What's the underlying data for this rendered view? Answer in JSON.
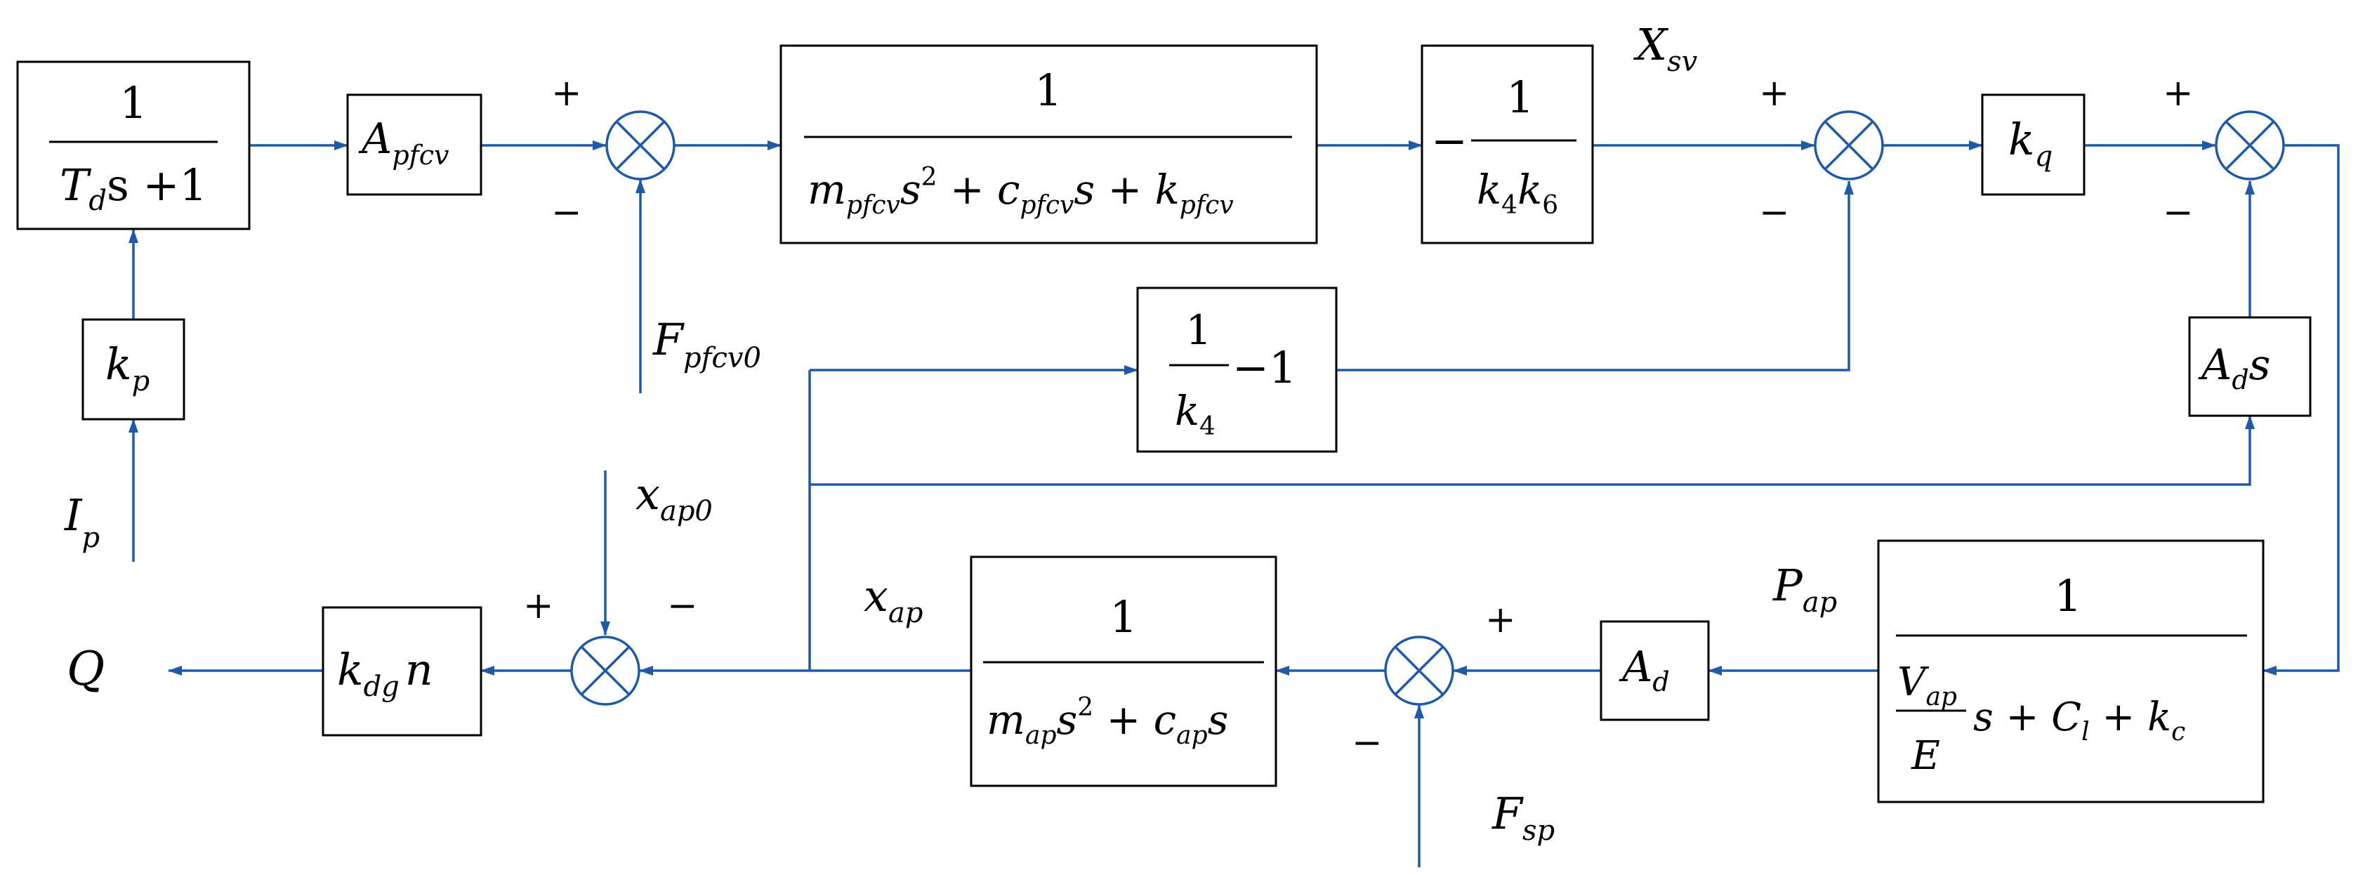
{
  "colors": {
    "wire": "#1f5aa6",
    "box_border": "#000000",
    "background": "#ffffff"
  },
  "blocks": {
    "lag": {
      "num": "1",
      "den_var": "T",
      "den_sub": "d",
      "den_rest": "s +1"
    },
    "kp": {
      "var": "k",
      "sub": "p"
    },
    "apfcv": {
      "var": "A",
      "sub": "pfcv"
    },
    "pfcv_dyn": {
      "num": "1",
      "den": [
        {
          "v": "m",
          "s": "pfcv"
        },
        {
          "t": "s"
        },
        {
          "sup": "2"
        },
        {
          "t": " + "
        },
        {
          "v": "c",
          "s": "pfcv"
        },
        {
          "t": "s + "
        },
        {
          "v": "k",
          "s": "pfcv"
        }
      ]
    },
    "k4k6": {
      "prefix": "−",
      "num": "1",
      "den": "k",
      "den_sub1": "4",
      "den_mid": "k",
      "den_sub2": "6"
    },
    "k4inv": {
      "num": "1",
      "den": "k",
      "den_sub": "4",
      "suffix": "−1"
    },
    "kq": {
      "var": "k",
      "sub": "q"
    },
    "ads": {
      "var": "A",
      "sub": "d",
      "rest": "s"
    },
    "ad": {
      "var": "A",
      "sub": "d"
    },
    "ap_dyn": {
      "num": "1",
      "den": [
        {
          "v": "m",
          "s": "ap"
        },
        {
          "t": "s"
        },
        {
          "sup": "2"
        },
        {
          "t": " + "
        },
        {
          "v": "c",
          "s": "ap"
        },
        {
          "t": "s"
        }
      ]
    },
    "vap": {
      "num": "1",
      "inner_num_var": "V",
      "inner_num_sub": "ap",
      "inner_den": "E",
      "rest": "s + C",
      "rest_sub": "l",
      "rest2": " + k",
      "rest2_sub": "c"
    },
    "kdgn": {
      "var": "k",
      "sub": "dg",
      "rest": "n"
    }
  },
  "signals": {
    "xsv": {
      "var": "X",
      "sub": "sv"
    },
    "fpfcv0": {
      "var": "F",
      "sub": "pfcv0"
    },
    "ip": {
      "var": "I",
      "sub": "p"
    },
    "xap0": {
      "var": "x",
      "sub": "ap0"
    },
    "xap": {
      "var": "x",
      "sub": "ap"
    },
    "pap": {
      "var": "P",
      "sub": "ap"
    },
    "fsp": {
      "var": "F",
      "sub": "sp"
    },
    "q": {
      "var": "Q"
    }
  },
  "signs": {
    "s1_plus": "+",
    "s1_minus": "−",
    "s2_plus": "+",
    "s2_minus": "−",
    "s3_plus": "+",
    "s3_minus": "−",
    "s4_plus": "+",
    "s4_minus": "−",
    "s5_plus": "+",
    "s5_minus": "−"
  }
}
